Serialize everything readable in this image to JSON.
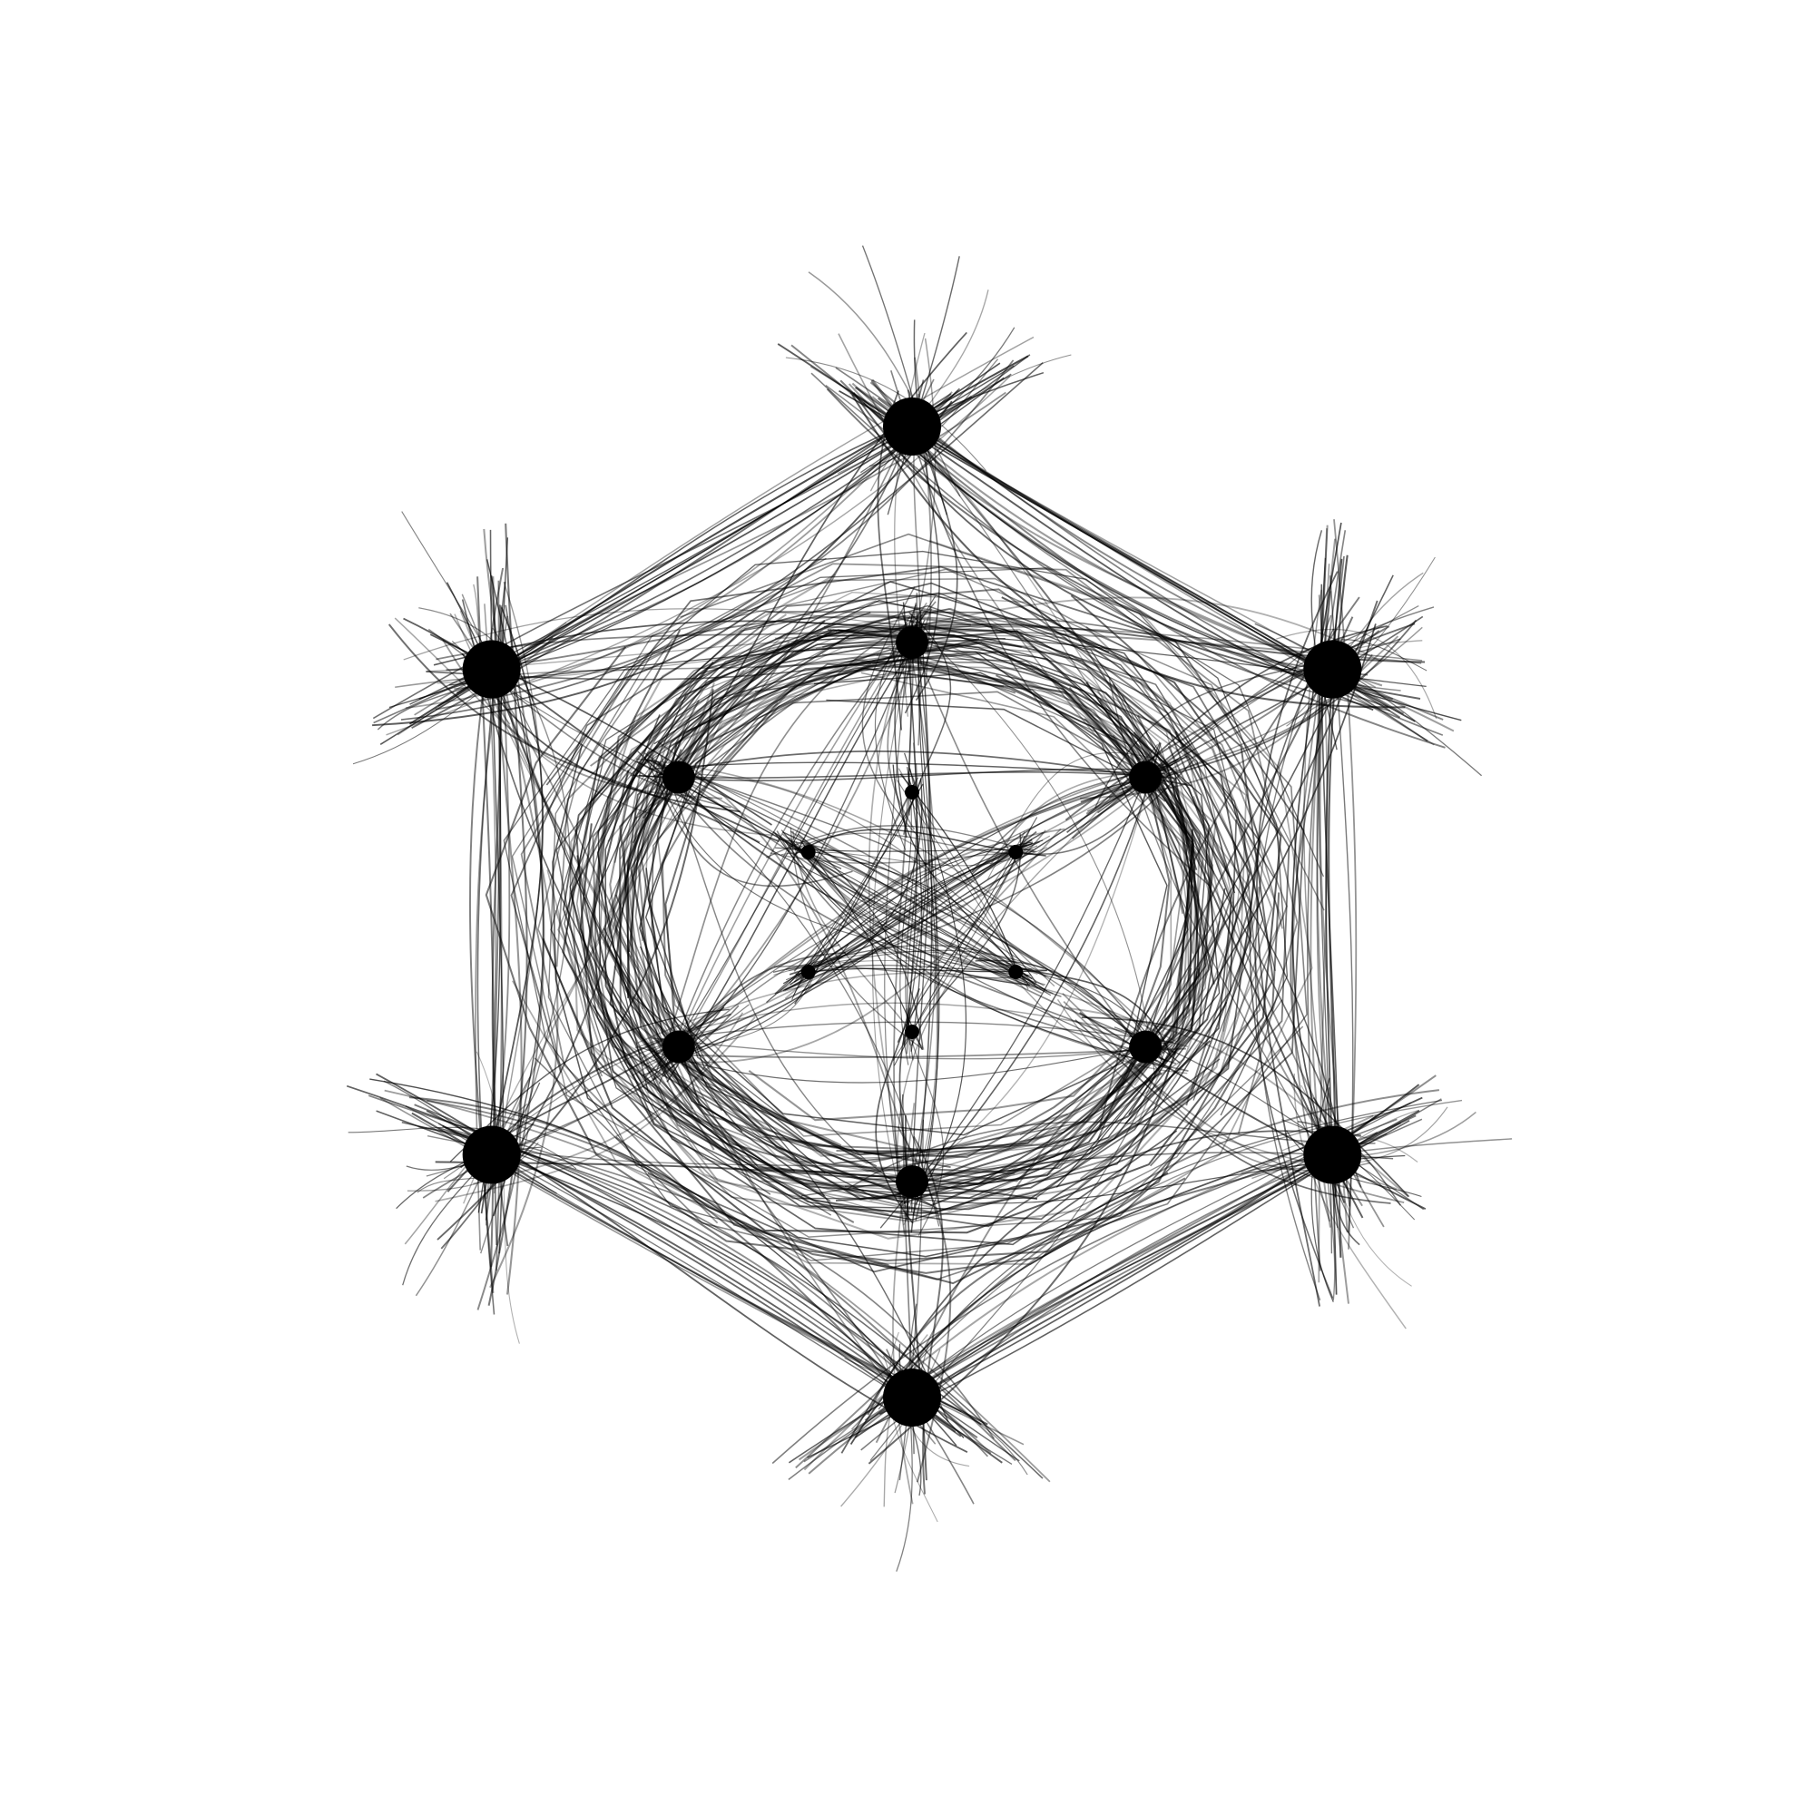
{
  "artwork": {
    "description_shown": "",
    "background_color": "#ffffff",
    "stroke_color": "#000000",
    "node_color": "#000000",
    "symmetry": 6,
    "node_rings": [
      {
        "name": "outer",
        "count": 6,
        "relative_size": "large"
      },
      {
        "name": "middle",
        "count": 6,
        "relative_size": "medium"
      },
      {
        "name": "inner",
        "count": 6,
        "relative_size": "small"
      }
    ],
    "stroke_style": "thin semi-transparent hand-drawn curves",
    "stroke_count": 520
  }
}
